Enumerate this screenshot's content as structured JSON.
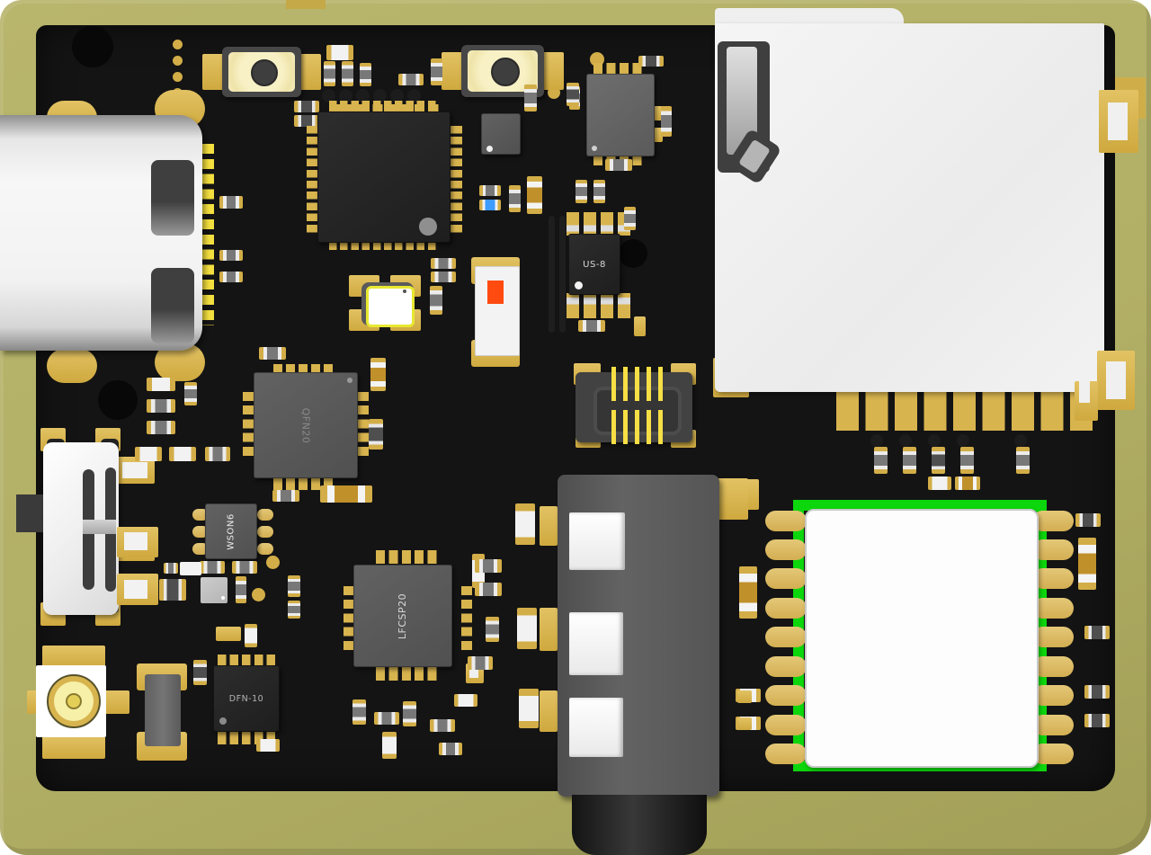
{
  "board": {
    "description": "3D rendered top view of a small electronics PCB",
    "colors": {
      "substrate_edge": "#b2af66",
      "soldermask_black": "#141414",
      "pad_gold": "#d8b44e",
      "bright_pin_gold": "#f5df45",
      "module_green": "#0cd60c",
      "fuse_orange": "#ff4a10",
      "capacitor_blue": "#3e9bff",
      "card_white": "#f2f2f2",
      "button_cream": "#f5eec2"
    }
  },
  "chips": {
    "us8": {
      "label": "US-8"
    },
    "qfn20": {
      "label": "QFN20"
    },
    "wson6": {
      "label": "WSON6"
    },
    "lfcsp20": {
      "label": "LFCSP20"
    },
    "dfn10": {
      "label": "DFN-10"
    }
  },
  "parts": [
    "usb-c-connector",
    "tactile-button-left",
    "tactile-button-right",
    "main-qfn-ic",
    "crystal-oscillator",
    "fuse-with-orange-mark",
    "board-to-board-connector",
    "sd-card-socket-with-card",
    "rf-module-with-green-castellations",
    "audio-jack",
    "slide-switch",
    "ufl-antenna-connector"
  ]
}
